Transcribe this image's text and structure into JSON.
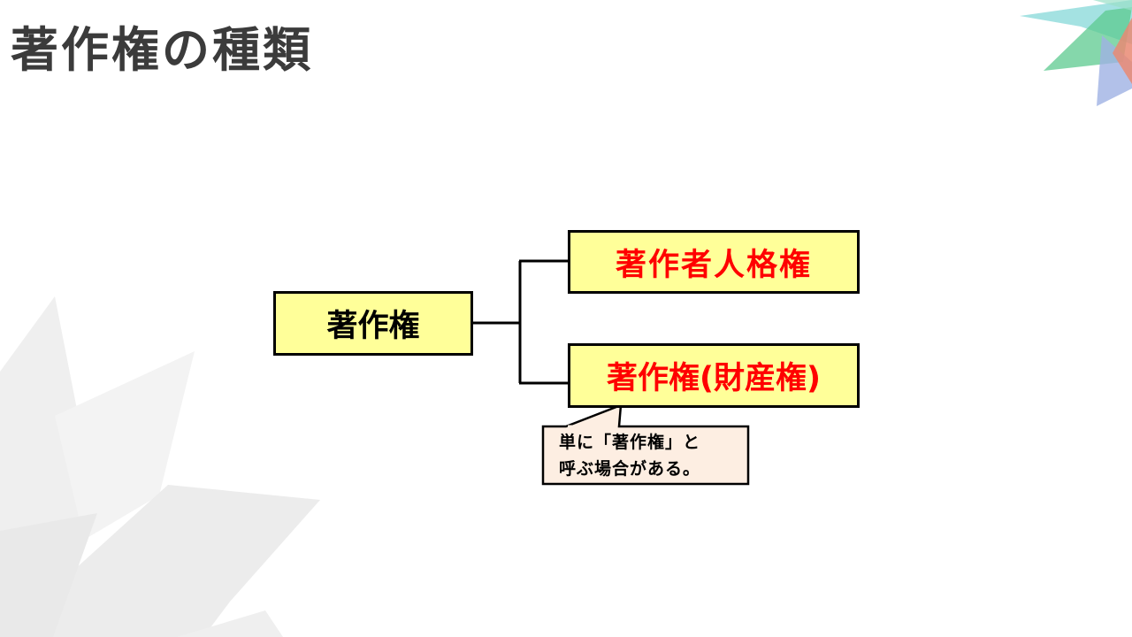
{
  "title": "著作権の種類",
  "tree": {
    "root": "著作権",
    "children": [
      "著作者人格権",
      "著作権(財産権)"
    ]
  },
  "callout": {
    "line1": "単に「著作権」と",
    "line2": "呼ぶ場合がある。"
  },
  "colors": {
    "box_fill": "#ffff99",
    "child_text": "#ff0000",
    "callout_fill": "#fdeee2",
    "title_text": "#3b3b3b"
  }
}
